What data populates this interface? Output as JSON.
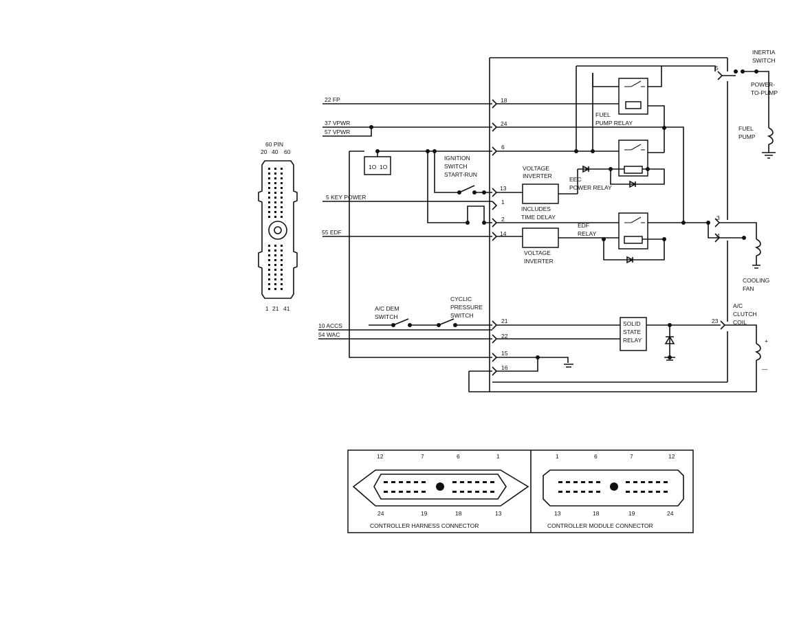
{
  "ecu_connector": {
    "title": "60 PIN",
    "top_pins": [
      "20",
      "40",
      "60"
    ],
    "bottom_pins": [
      "1",
      "21",
      "41"
    ]
  },
  "inputs": {
    "fp": "22 FP",
    "vpwr1": "37 VPWR",
    "vpwr2": "57 VPWR",
    "key_power": "5 KEY POWER",
    "edf": "55 EDF",
    "accs": "10 ACCS",
    "wac": "54 WAC"
  },
  "pins": {
    "p18": "18",
    "p24": "24",
    "p6": "6",
    "p13": "13",
    "p1": "1",
    "p2": "2",
    "p14": "14",
    "p21": "21",
    "p22": "22",
    "p15": "15",
    "p16": "16",
    "r5": "5",
    "r3": "3",
    "r4": "4",
    "r23": "23"
  },
  "labels": {
    "ignition_switch": [
      "IGNITION",
      "SWITCH",
      "START-RUN"
    ],
    "voltage_inverter_1": [
      "VOLTAGE",
      "INVERTER"
    ],
    "includes_time_delay": [
      "INCLUDES",
      "TIME DELAY"
    ],
    "voltage_inverter_2": [
      "VOLTAGE",
      "INVERTER"
    ],
    "fuel_pump_relay": [
      "FUEL",
      "PUMP RELAY"
    ],
    "eec_power_relay": [
      "EEC",
      "POWER RELAY"
    ],
    "edf_relay": [
      "EDF",
      "RELAY"
    ],
    "ac_dem_switch": [
      "A/C DEM",
      "SWITCH"
    ],
    "cyclic_pressure_switch": [
      "CYCLIC",
      "PRESSURE",
      "SWITCH"
    ],
    "solid_state_relay": [
      "SOLID",
      "STATE",
      "RELAY"
    ],
    "inertia_switch": [
      "INERTIA",
      "SWITCH"
    ],
    "power_to_pump": [
      "POWER-",
      "TO-PUMP"
    ],
    "fuel_pump": [
      "FUEL",
      "PUMP"
    ],
    "cooling_fan": [
      "COOLING",
      "FAN"
    ],
    "ac_clutch_coil": [
      "A/C",
      "CLUTCH",
      "COIL"
    ],
    "plus": "+",
    "minus": "—"
  },
  "harness": {
    "label": "CONTROLLER HARNESS CONNECTOR",
    "top_numbers": [
      "12",
      "7",
      "6",
      "1"
    ],
    "bottom_numbers": [
      "24",
      "19",
      "18",
      "13"
    ]
  },
  "module": {
    "label": "CONTROLLER MODULE CONNECTOR",
    "top_numbers": [
      "1",
      "6",
      "7",
      "12"
    ],
    "bottom_numbers": [
      "13",
      "18",
      "19",
      "24"
    ]
  }
}
